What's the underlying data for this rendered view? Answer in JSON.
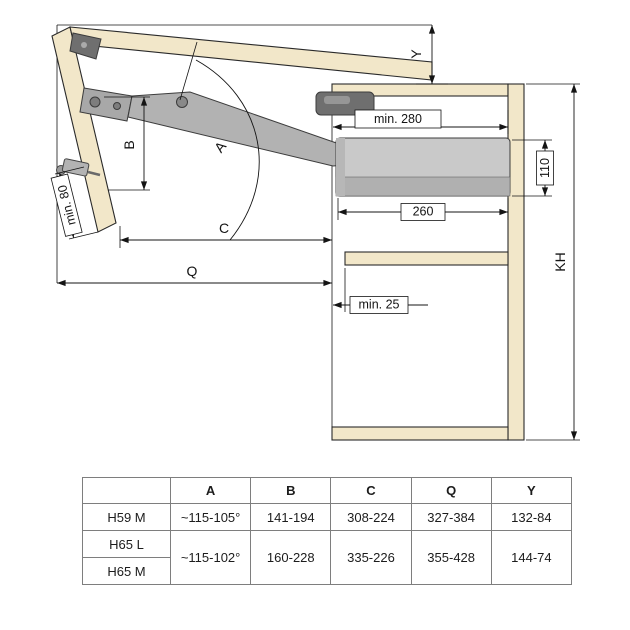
{
  "diagram": {
    "labels": {
      "y": "Y",
      "min280": "min. 280",
      "h110": "110",
      "w260": "260",
      "b": "B",
      "a": "A",
      "c": "C",
      "q": "Q",
      "min25": "min. 25",
      "min80": "min. 80",
      "kh": "KH"
    },
    "colors": {
      "wood": "#f2e7c9",
      "mech_light": "#c9c9c9",
      "mech_mid": "#a8a8a8",
      "mech_arm": "#b2b2b2",
      "mech_dark": "#6f6f6f"
    }
  },
  "table": {
    "header": [
      "",
      "A",
      "B",
      "C",
      "Q",
      "Y"
    ],
    "rows": [
      {
        "labels": [
          "H59 M"
        ],
        "values": [
          "~115-105°",
          "141-194",
          "308-224",
          "327-384",
          "132-84"
        ]
      },
      {
        "labels": [
          "H65 L",
          "H65 M"
        ],
        "values": [
          "~115-102°",
          "160-228",
          "335-226",
          "355-428",
          "144-74"
        ]
      }
    ]
  }
}
